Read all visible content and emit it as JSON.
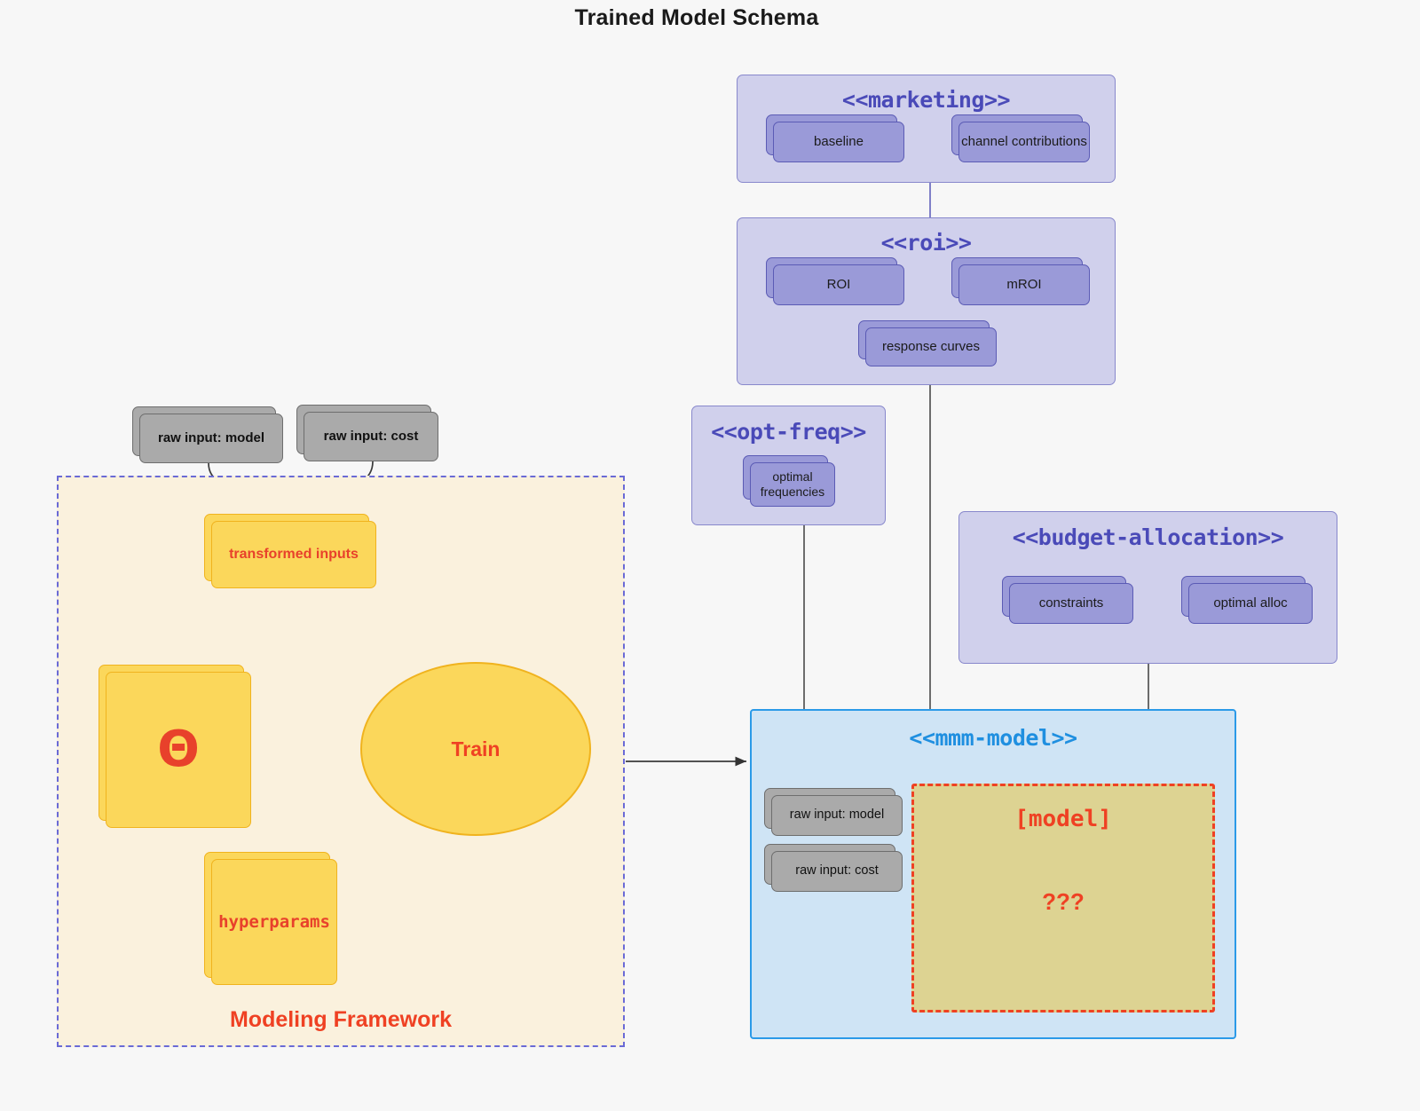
{
  "title": "Trained Model Schema",
  "modeling_framework": {
    "label": "Modeling Framework",
    "raw_inputs": [
      {
        "label": "raw input: model"
      },
      {
        "label": "raw input: cost"
      }
    ],
    "transformed_inputs": {
      "label": "transformed inputs"
    },
    "theta": {
      "label": "Θ"
    },
    "hyperparams": {
      "label": "hyperparams"
    },
    "train": {
      "label": "Train"
    }
  },
  "packages": {
    "marketing": {
      "title": "<<marketing>>",
      "nodes": [
        {
          "label": "baseline"
        },
        {
          "label": "channel contributions"
        }
      ]
    },
    "roi": {
      "title": "<<roi>>",
      "nodes": [
        {
          "label": "ROI"
        },
        {
          "label": "mROI"
        },
        {
          "label": "response curves"
        }
      ]
    },
    "opt_freq": {
      "title": "<<opt-freq>>",
      "nodes": [
        {
          "label": "optimal\nfrequencies",
          "line1": "optimal",
          "line2": "frequencies"
        }
      ]
    },
    "budget_allocation": {
      "title": "<<budget-allocation>>",
      "nodes": [
        {
          "label": "constraints"
        },
        {
          "label": "optimal alloc"
        }
      ]
    },
    "mmm_model": {
      "title": "<<mmm-model>>",
      "raw_inputs": [
        {
          "label": "raw input: model"
        },
        {
          "label": "raw input: cost"
        }
      ],
      "inner": {
        "label": "[model]",
        "unknown": "???"
      }
    }
  },
  "colors": {
    "page_background": "#f7f7f7",
    "package_fill": "#d0d0ec",
    "package_border": "#8888cc",
    "package_title": "#4a4ab8",
    "node_purple_fill": "#9a9ad8",
    "node_purple_border": "#5b5bb5",
    "node_gray_fill": "#aaaaaa",
    "node_gray_border": "#6e6e6e",
    "node_yellow_fill": "#fbd75b",
    "node_yellow_border": "#f0b31e",
    "framework_fill": "#faf1dd",
    "framework_border": "#6a6ad6",
    "accent_red": "#ef4123",
    "mmm_fill": "#cfe4f5",
    "mmm_border": "#2b9ae8",
    "mmm_title": "#1f8fe0",
    "model_inner_fill": "#ddd392",
    "connector": "#4a4a4a"
  }
}
